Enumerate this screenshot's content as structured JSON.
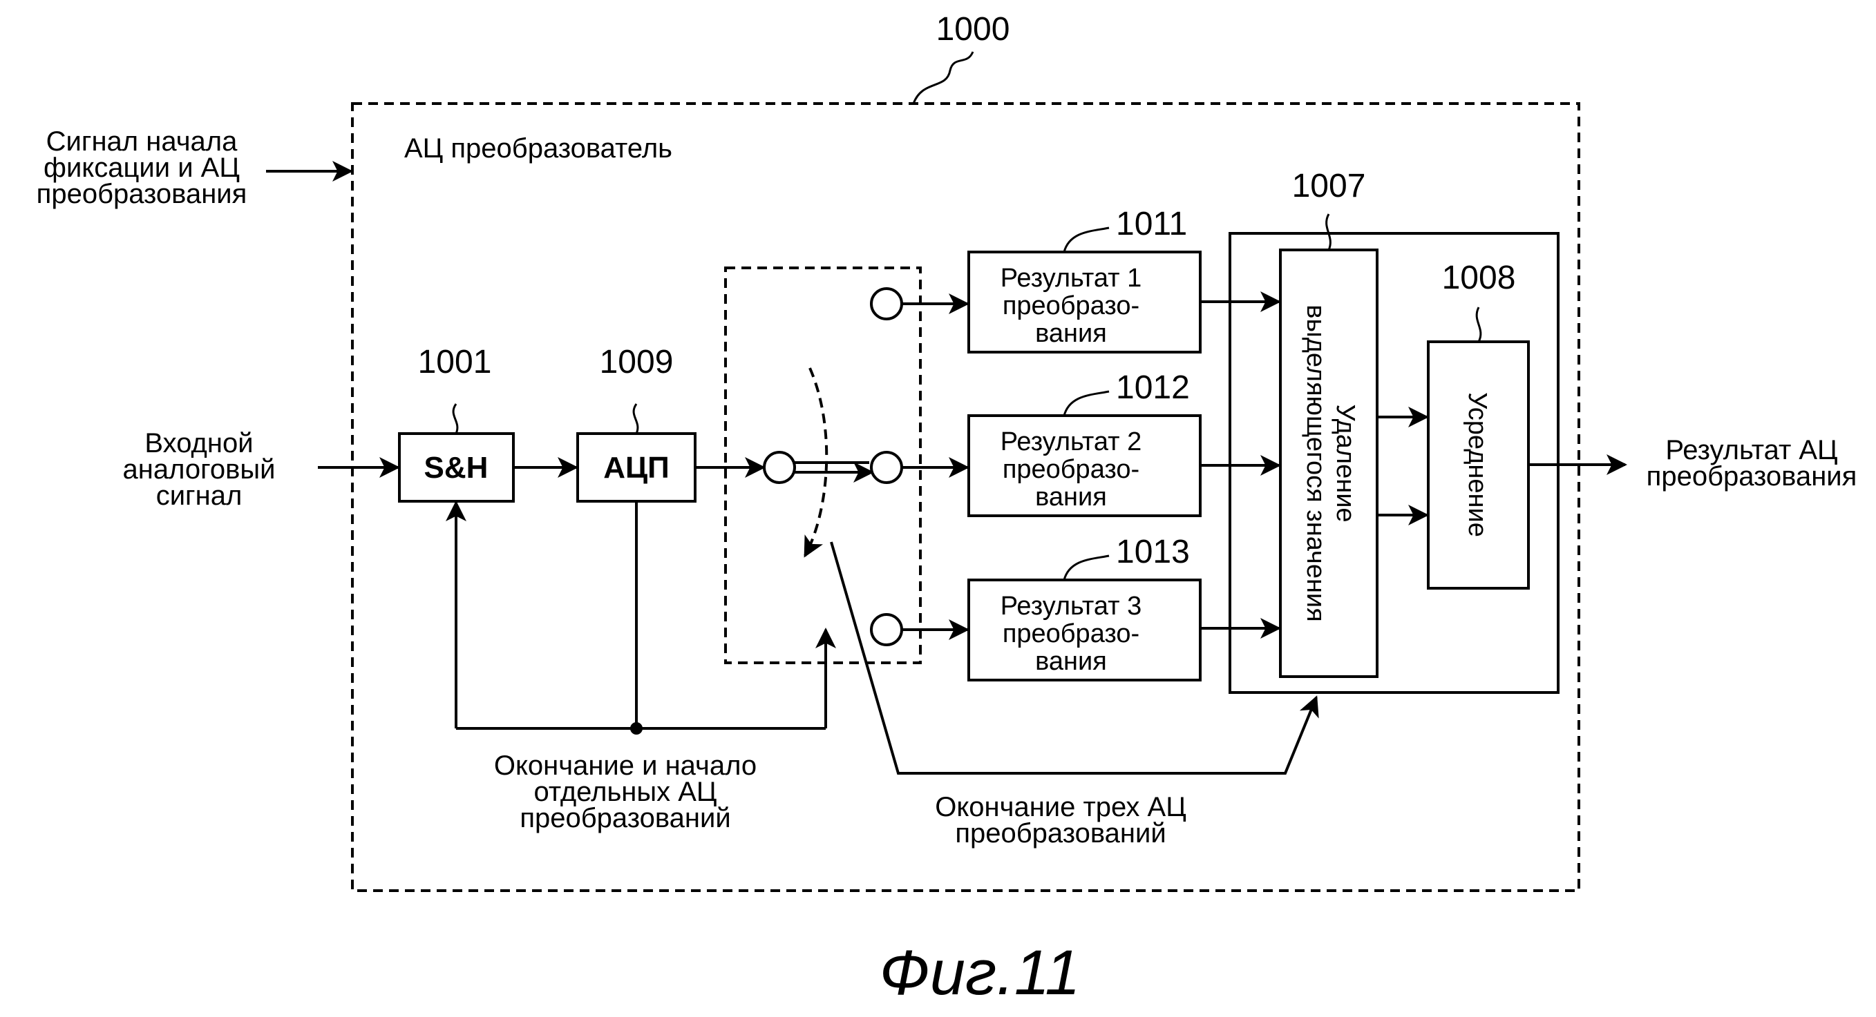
{
  "outer_block": {
    "ref": "1000",
    "title": "АЦ преобразователь"
  },
  "inputs": {
    "start_signal": [
      "Сигнал начала",
      "фиксации и АЦ",
      "преобразования"
    ],
    "analog_input": [
      "Входной",
      "аналоговый",
      "сигнал"
    ]
  },
  "blocks": {
    "sh": {
      "ref": "1001",
      "label": "S&H"
    },
    "adc": {
      "ref": "1009",
      "label": "АЦП"
    },
    "result1": {
      "ref": "1011",
      "lines": [
        "Результат 1",
        "преобразо-",
        "вания"
      ]
    },
    "result2": {
      "ref": "1012",
      "lines": [
        "Результат 2",
        "преобразо-",
        "вания"
      ]
    },
    "result3": {
      "ref": "1013",
      "lines": [
        "Результат 3",
        "преобразо-",
        "вания"
      ]
    },
    "removal": {
      "ref": "1007",
      "lines": [
        "Удаление",
        "выделяющегося значения"
      ]
    },
    "averaging": {
      "ref": "1008",
      "label": "Усреднение"
    }
  },
  "output": [
    "Результат АЦ",
    "преобразования"
  ],
  "feedback_labels": {
    "individual": [
      "Окончание и начало",
      "отдельных АЦ",
      "преобразований"
    ],
    "three": [
      "Окончание трех АЦ",
      "преобразований"
    ]
  },
  "figure_caption": "Фиг.11"
}
